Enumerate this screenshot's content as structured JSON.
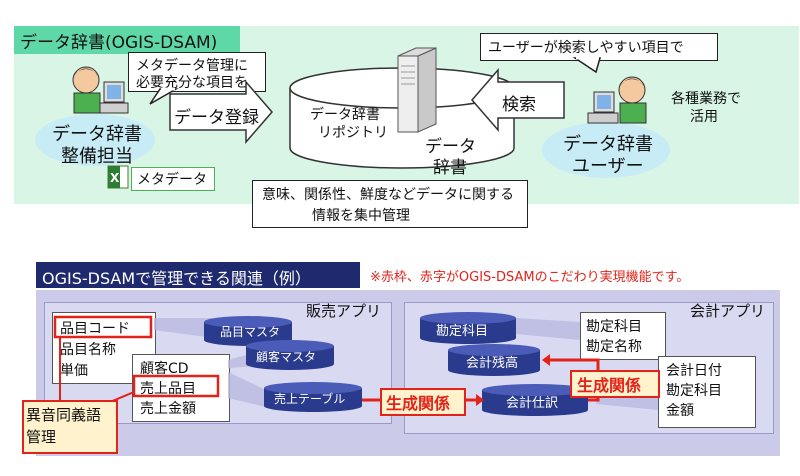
{
  "top": {
    "title": "データ辞書(OGIS-DSAM)",
    "callout_left_line1": "メタデータ管理に",
    "callout_left_line2": "必要充分な項目を",
    "callout_right": "ユーザーが検索しやすい項目で",
    "arrow_register": "データ登録",
    "arrow_search": "検索",
    "repo_line1": "データ辞書",
    "repo_line2": "リポジトリ",
    "dict_line1": "データ",
    "dict_line2": "辞書",
    "maintainer_line1": "データ辞書",
    "maintainer_line2": "整備担当",
    "user_line1": "データ辞書",
    "user_line2": "ユーザー",
    "business_line1": "各種業務で",
    "business_line2": "活用",
    "metadata_label": "メタデータ",
    "bottom_note_line1": "意味、関係性、鮮度などデータに関する",
    "bottom_note_line2": "情報を集中管理"
  },
  "bottom": {
    "title": "OGIS-DSAMで管理できる関連（例）",
    "note": "※赤枠、赤字がOGIS-DSAMのこだわり実現機能です。",
    "sales_app": "販売アプリ",
    "accounting_app": "会計アプリ",
    "left_items": [
      "品目コード",
      "品目名称",
      "単価"
    ],
    "mid_items": [
      "顧客CD",
      "売上品目",
      "売上金額"
    ],
    "sales_tables": [
      "品目マスタ",
      "顧客マスタ",
      "売上テーブル"
    ],
    "homonym_line1": "異音同義語",
    "homonym_line2": "管理",
    "relation1": "生成関係",
    "relation2": "生成関係",
    "acc_tables": [
      "勘定科目",
      "会計残高",
      "会計仕訳"
    ],
    "acc_items1": [
      "勘定科目",
      "勘定名称"
    ],
    "acc_items2": [
      "会計日付",
      "勘定科目",
      "金額"
    ]
  },
  "colors": {
    "top_bg": "#d9f5e6",
    "title_bg": "#5fd8a8",
    "bottom_bg": "#cbcbe9",
    "dark_title": "#1f2a6e",
    "red": "#e2231a",
    "relation_fill": "#fff2cc",
    "db_fill": "#2a3a8c",
    "ellipse_fill": "#c8ecf6"
  },
  "icons": [
    "person-at-computer-icon",
    "server-icon",
    "excel-file-icon",
    "database-icon"
  ]
}
